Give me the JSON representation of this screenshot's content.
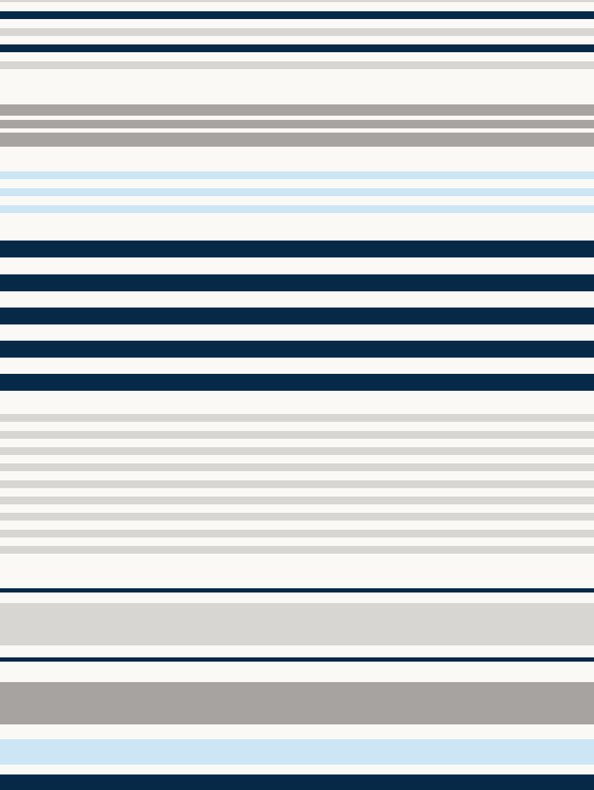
{
  "pattern": {
    "description_type": "horizontal-stripe-pattern",
    "colors": {
      "background": "#FBF9F6",
      "navy": "#072948",
      "light_gray": "#D8D6D2",
      "medium_gray": "#A6A3A0",
      "light_blue": "#CCE6F5"
    },
    "stripe_colors_in_order": [
      "light_gray",
      "navy",
      "light_gray",
      "navy",
      "light_gray",
      "medium_gray",
      "medium_gray",
      "medium_gray",
      "light_blue",
      "light_blue",
      "light_blue",
      "navy",
      "navy",
      "navy",
      "navy",
      "navy",
      "light_gray",
      "light_gray",
      "light_gray",
      "light_gray",
      "light_gray",
      "light_gray",
      "light_gray",
      "light_gray",
      "light_gray",
      "navy",
      "light_gray",
      "navy",
      "medium_gray",
      "light_blue",
      "navy"
    ]
  }
}
